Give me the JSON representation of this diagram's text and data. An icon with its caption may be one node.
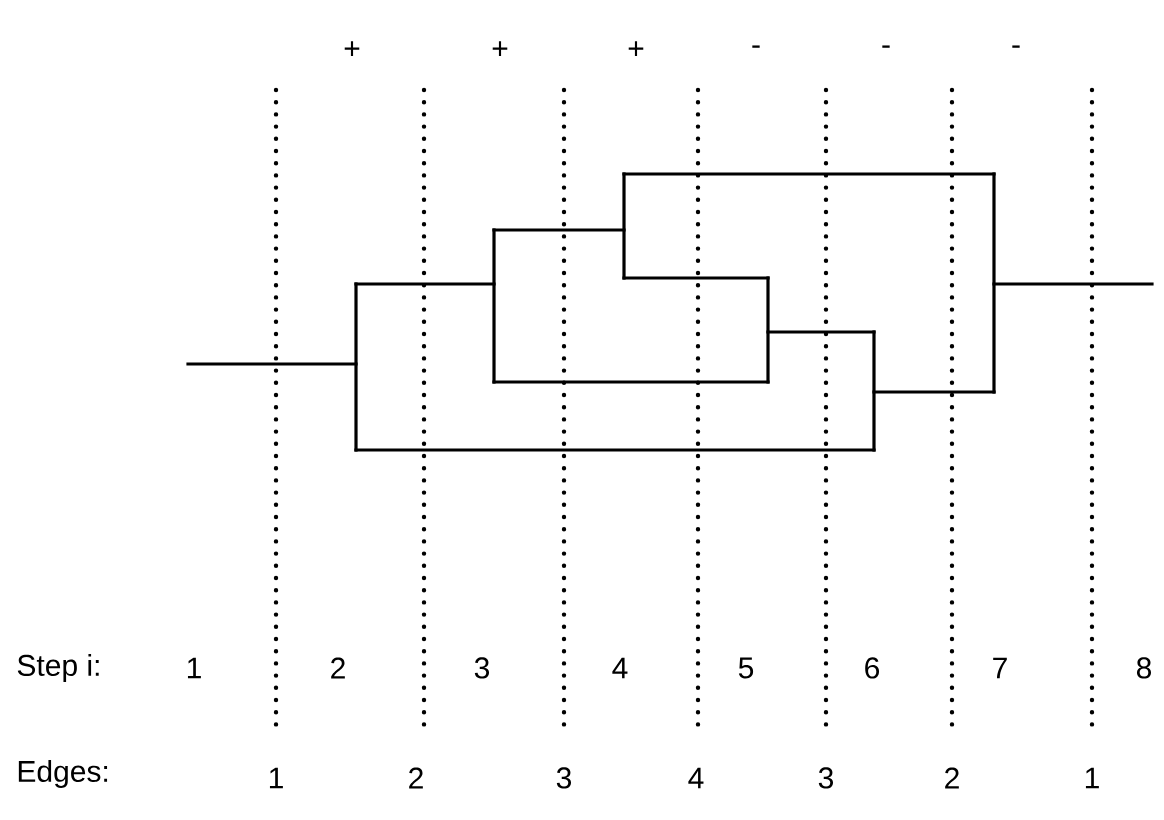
{
  "diagram": {
    "labels": [
      "+",
      "+",
      "+",
      "-",
      "-",
      "-",
      "Step i:",
      "1",
      "2",
      "3",
      "4",
      "5",
      "6",
      "7",
      "8",
      "Edges:",
      "1",
      "2",
      "3",
      "4",
      "3",
      "2",
      "1"
    ]
  }
}
